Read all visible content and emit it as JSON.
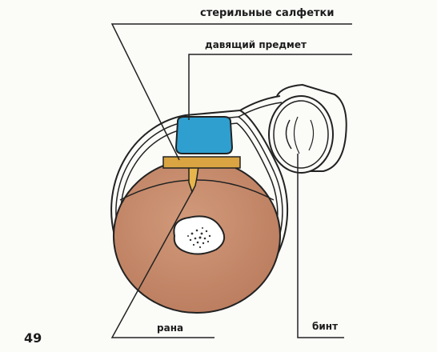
{
  "figure_number": "49",
  "labels": {
    "sterile_wipes": "стерильные салфетки",
    "pressing_object": "давящий предмет",
    "wound": "рана",
    "bandage": "бинт"
  },
  "colors": {
    "limb_tissue": "#c98f6f",
    "pressing_object": "#2f9fd0",
    "sterile_wipe": "#d9a441",
    "bone": "#ffffff",
    "lines": "#222222"
  }
}
